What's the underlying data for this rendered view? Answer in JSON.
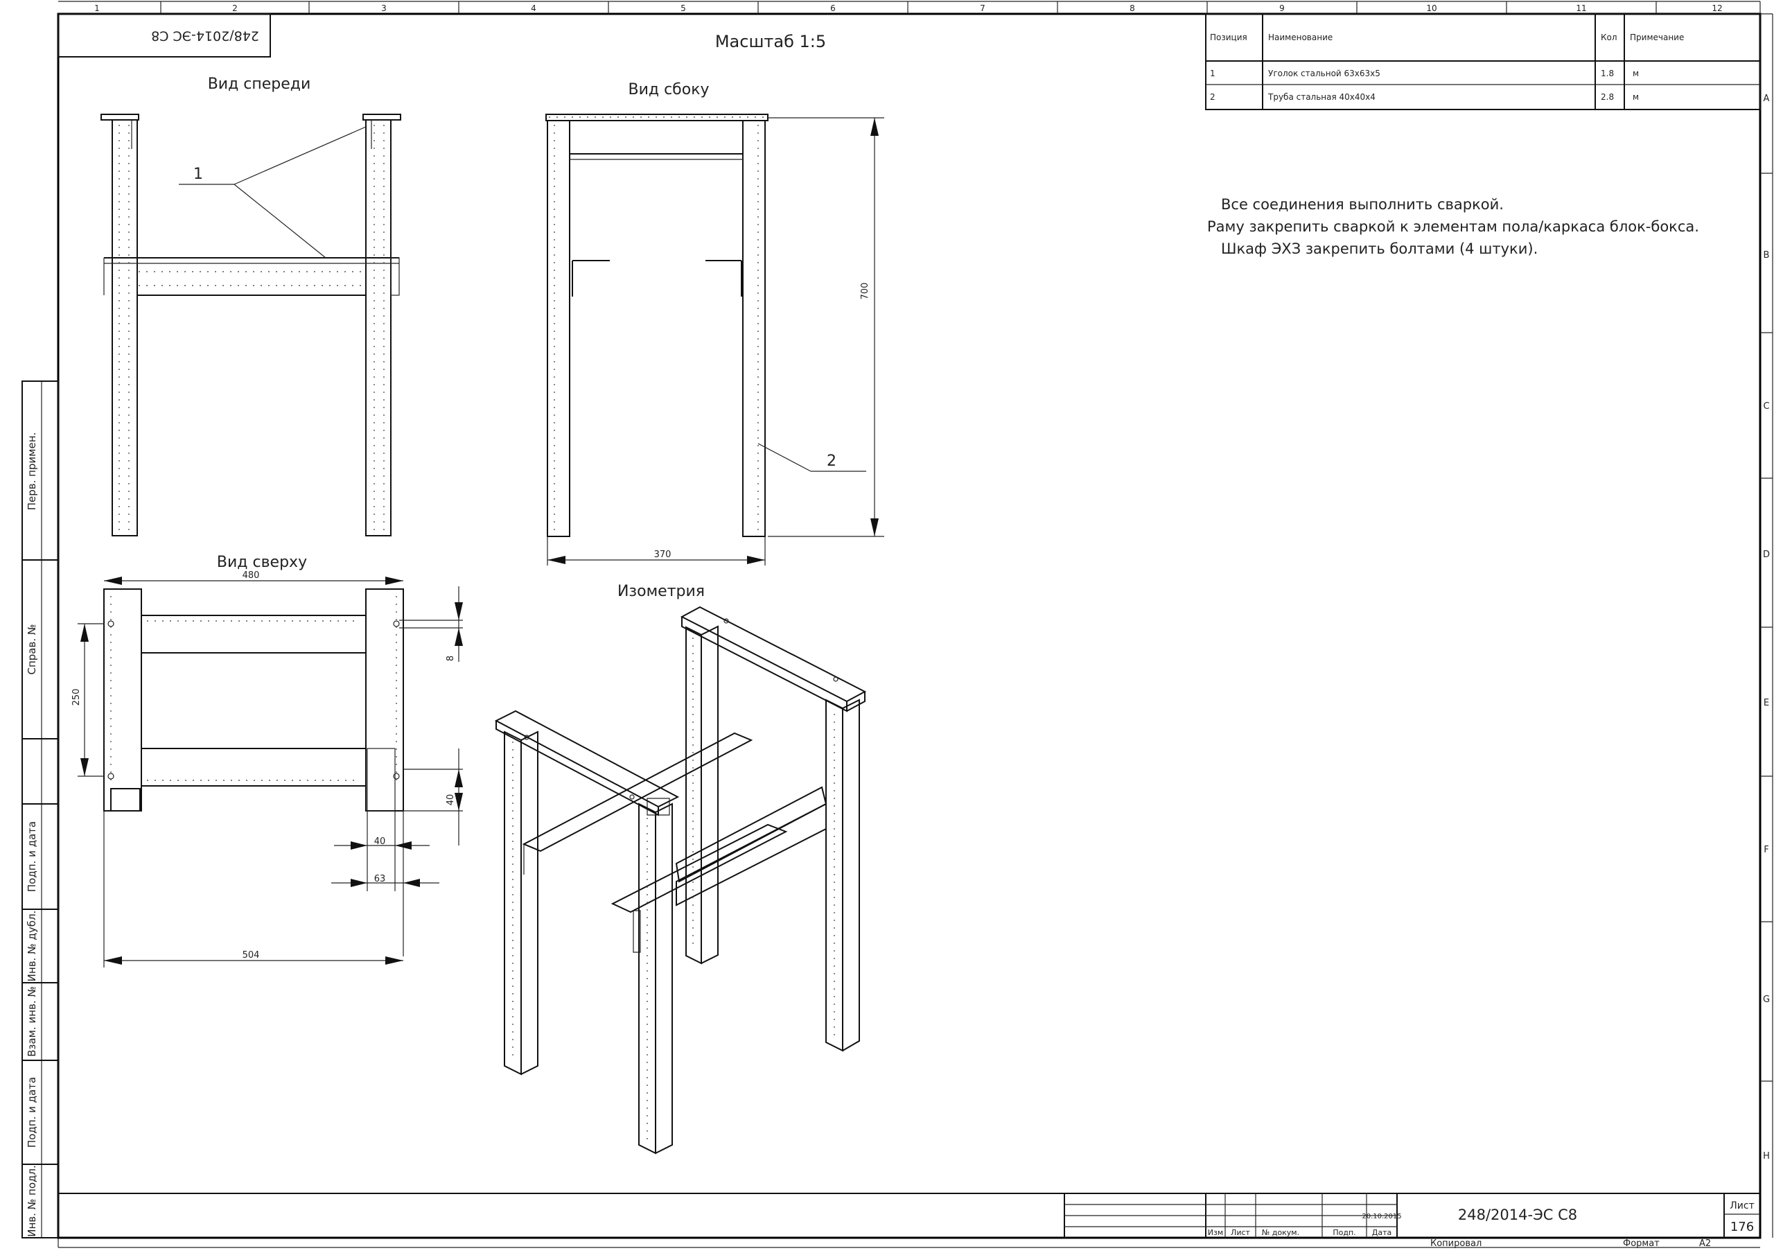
{
  "frame": {
    "columns": [
      "1",
      "2",
      "3",
      "4",
      "5",
      "6",
      "7",
      "8",
      "9",
      "10",
      "11",
      "12"
    ],
    "rows": [
      "A",
      "B",
      "C",
      "D",
      "E",
      "F",
      "G",
      "H"
    ],
    "corner_stamp": "248/2014-ЭС С8"
  },
  "scale_label": "Масштаб 1:5",
  "views": {
    "front": "Вид спереди",
    "side": "Вид сбоку",
    "top": "Вид сверху",
    "iso": "Изометрия"
  },
  "callouts": {
    "pos1": "1",
    "pos2": "2"
  },
  "dims": {
    "side_height": "700",
    "side_width": "370",
    "top_width_480": "480",
    "top_depth_250": "250",
    "top_8": "8",
    "top_40_v": "40",
    "top_40_h": "40",
    "top_63": "63",
    "top_504": "504"
  },
  "spec_table": {
    "headers": [
      "Позиция",
      "Наименование",
      "Кол",
      "Примечание"
    ],
    "rows": [
      [
        "1",
        "Уголок стальной 63х63х5",
        "1.8",
        "м"
      ],
      [
        "2",
        "Труба стальная 40х40х4",
        "2.8",
        "м"
      ]
    ]
  },
  "notes": [
    "Все соединения выполнить сваркой.",
    "Раму закрепить сваркой к элементам пола/каркаса блок-бокса.",
    "Шкаф ЭХЗ закрепить болтами (4 штуки)."
  ],
  "side_stamps": [
    "Перв. примен.",
    "Справ. №",
    "Подп. и дата",
    "Инв. № дубл.",
    "Взам. инв. №",
    "Подп. и дата",
    "Инв. № подл."
  ],
  "title_block": {
    "date": "20.10.2015",
    "col_izm": "Изм",
    "col_list": "Лист",
    "col_doc": "№ докум.",
    "col_sign": "Подп.",
    "col_date": "Дата",
    "designation": "248/2014-ЭС С8",
    "sheet_label": "Лист",
    "sheet_number": "176",
    "copied": "Копировал",
    "format_label": "Формат",
    "format_value": "А2"
  }
}
